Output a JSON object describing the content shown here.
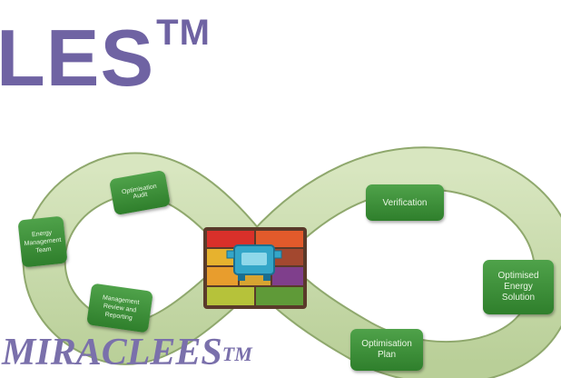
{
  "header": {
    "title_fragment": "LES",
    "trademark": "TM"
  },
  "diagram": {
    "loop_color": "#cbdcb0",
    "node_color": "#3a8c36",
    "center_icon": "stacked-blocks-with-robot-icon",
    "nodes": [
      {
        "id": "optimisation-audit",
        "label": "Optimisation Audit"
      },
      {
        "id": "energy-management-team",
        "label": "Energy Management Team"
      },
      {
        "id": "management-review",
        "label": "Management Review and Reporting"
      },
      {
        "id": "verification",
        "label": "Verification"
      },
      {
        "id": "optimised-energy-solution",
        "label": "Optimised Energy Solution"
      },
      {
        "id": "optimisation-plan",
        "label": "Optimisation Plan"
      }
    ]
  },
  "footer": {
    "brand": "MIRACLEES",
    "trademark": "TM"
  }
}
